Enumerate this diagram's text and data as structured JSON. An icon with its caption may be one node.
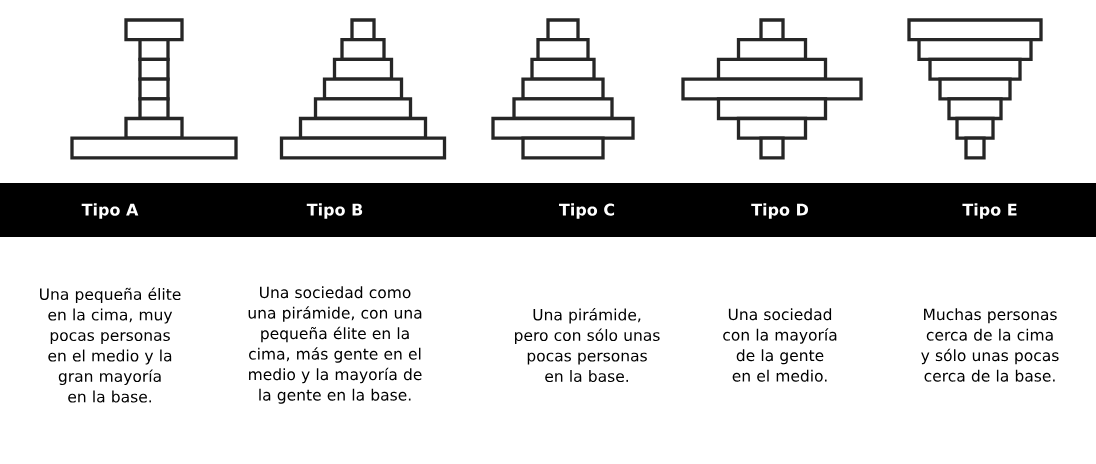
{
  "diagram": {
    "nodes": [
      {
        "text": [
          "Tipo A",
          "Una pequeña élite en la cima, muy pocas personas en el medio y la gran mayoría en la base."
        ]
      },
      {
        "text": [
          "Tipo B",
          "Una sociedad como una pirámide, con una pequeña élite en la cima, más gente en el medio y la mayoría de la gente en la base."
        ]
      },
      {
        "text": [
          "Tipo C",
          "Una pirámide, pero con sólo unas pocas personas en la base."
        ]
      },
      {
        "text": [
          "Tipo D",
          "Una sociedad con la mayoría de la gente en el medio."
        ]
      },
      {
        "text": [
          "Tipo E",
          "Muchas personas cerca de la cima y sólo unas pocas cerca de la base."
        ]
      }
    ]
  }
}
